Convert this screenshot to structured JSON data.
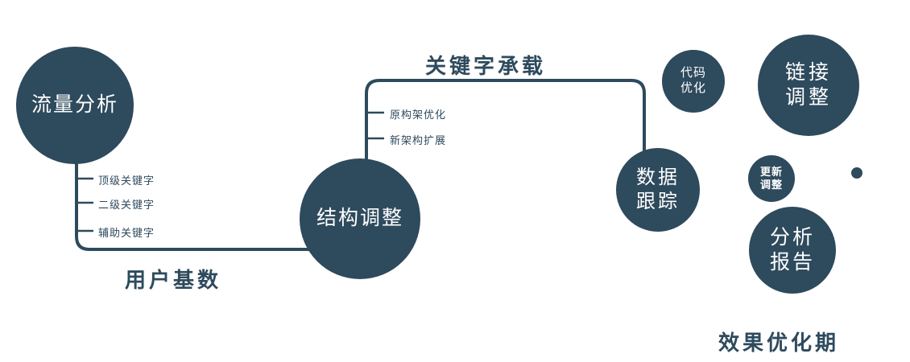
{
  "diagram": {
    "accent_color": "#2e4a5d",
    "nodes": {
      "traffic": {
        "label": "流量分析"
      },
      "structure": {
        "label": "结构调整"
      },
      "data_tracking": {
        "line1": "数据",
        "line2": "跟踪"
      },
      "code_opt": {
        "line1": "代码",
        "line2": "优化"
      },
      "link_adjust": {
        "line1": "链接",
        "line2": "调整"
      },
      "update_adjust": {
        "line1": "更新",
        "line2": "调整"
      },
      "analysis_report": {
        "line1": "分析",
        "line2": "报告"
      }
    },
    "edge_labels": {
      "user_base": "用户基数",
      "keyword_carry": "关键字承载",
      "effect_phase": "效果优化期"
    },
    "branches": {
      "traffic": [
        "顶级关键字",
        "二级关键字",
        "辅助关键字"
      ],
      "structure": [
        "原构架优化",
        "新架构扩展"
      ]
    }
  }
}
